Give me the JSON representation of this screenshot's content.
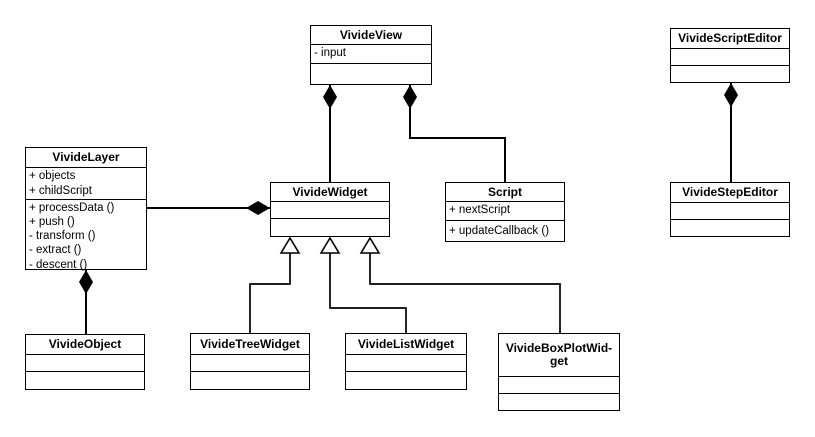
{
  "diagram": {
    "title": "Vivide UML class diagram",
    "colors": {
      "line": "#000000",
      "box_border": "#000000",
      "box_fill": "#ffffff",
      "background": "#ffffff"
    },
    "classes": {
      "vivideView": {
        "name": "VivideView",
        "attributes": [
          "- input"
        ],
        "methods": []
      },
      "vivideScriptEditor": {
        "name": "VivideScriptEditor",
        "attributes": [],
        "methods": []
      },
      "vivideLayer": {
        "name": "VivideLayer",
        "attributes": [
          "+ objects",
          "+ childScript"
        ],
        "methods": [
          "+ processData ()",
          "+ push ()",
          "- transform ()",
          "- extract ()",
          "- descent ()"
        ]
      },
      "vivideWidget": {
        "name": "VivideWidget",
        "attributes": [],
        "methods": []
      },
      "script": {
        "name": "Script",
        "attributes": [
          "+ nextScript"
        ],
        "methods": [
          "+ updateCallback ()"
        ]
      },
      "vivideStepEditor": {
        "name": "VivideStepEditor",
        "attributes": [],
        "methods": []
      },
      "vivideObject": {
        "name": "VivideObject",
        "attributes": [],
        "methods": []
      },
      "vivideTreeWidget": {
        "name": "VivideTreeWidget",
        "attributes": [],
        "methods": []
      },
      "vivideListWidget": {
        "name": "VivideListWidget",
        "attributes": [],
        "methods": []
      },
      "vivideBoxPlotWidget": {
        "name": "VivideBoxPlotWid-\nget",
        "attributes": [],
        "methods": []
      }
    },
    "relationships": [
      {
        "whole": "VivideView",
        "part": "VivideWidget",
        "type": "composition"
      },
      {
        "whole": "VivideView",
        "part": "Script",
        "type": "composition"
      },
      {
        "whole": "VivideWidget",
        "part": "VivideLayer",
        "type": "composition"
      },
      {
        "whole": "VivideLayer",
        "part": "VivideObject",
        "type": "composition"
      },
      {
        "whole": "VivideScriptEditor",
        "part": "VivideStepEditor",
        "type": "composition"
      },
      {
        "parent": "VivideWidget",
        "child": "VivideTreeWidget",
        "type": "generalization"
      },
      {
        "parent": "VivideWidget",
        "child": "VivideListWidget",
        "type": "generalization"
      },
      {
        "parent": "VivideWidget",
        "child": "VivideBoxPlotWidget",
        "type": "generalization"
      }
    ]
  }
}
